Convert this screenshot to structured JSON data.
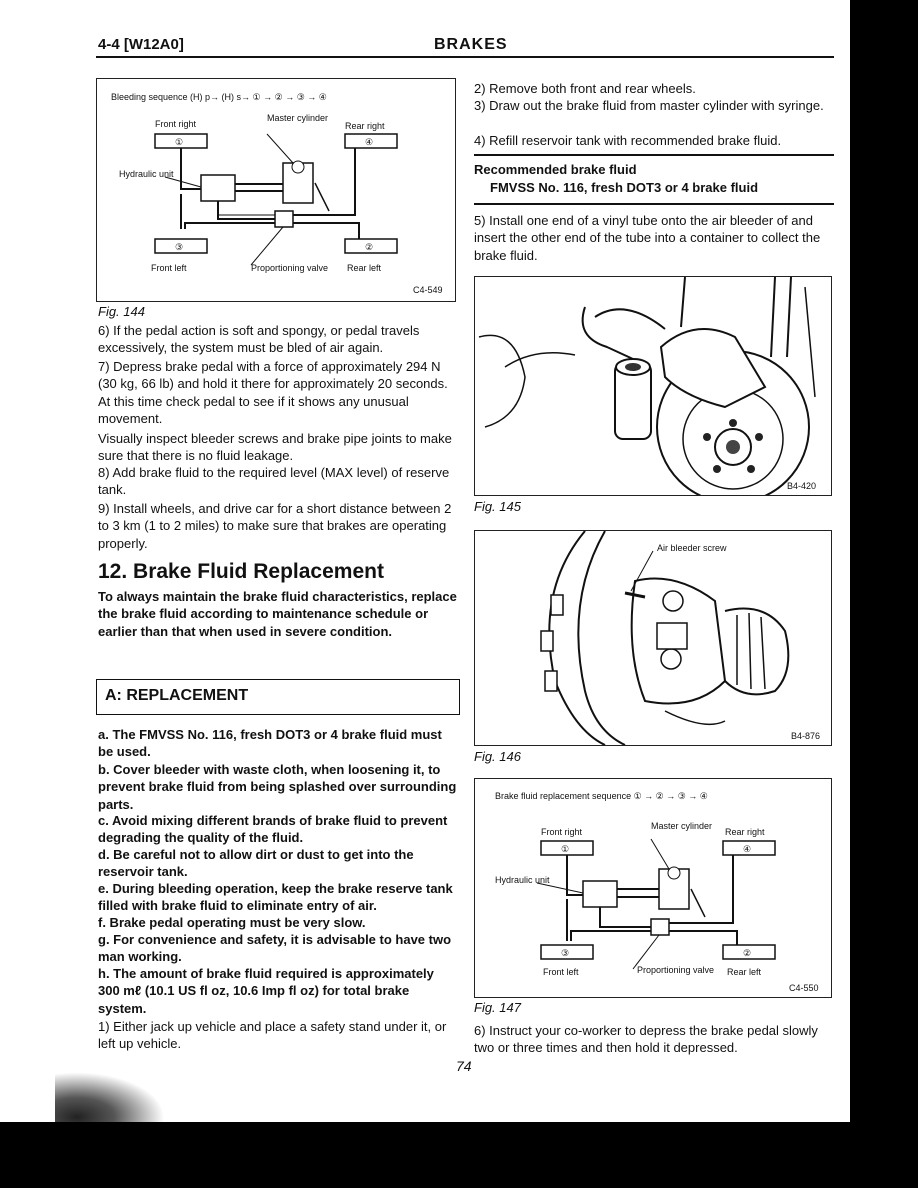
{
  "header": {
    "left": "4-4 [W12A0]",
    "center": "BRAKES"
  },
  "figures": {
    "fig144": {
      "sequence_text": "Bleeding sequence (H) p→ (H) s→ ① → ② → ③ → ④",
      "front_right": "Front right",
      "master_cylinder": "Master cylinder",
      "rear_right": "Rear right",
      "hydraulic_unit": "Hydraulic unit",
      "front_left": "Front left",
      "proportioning_valve": "Proportioning valve",
      "rear_left": "Rear left",
      "n1": "①",
      "n2": "②",
      "n3": "③",
      "n4": "④",
      "id": "C4-549",
      "caption": "Fig. 144"
    },
    "fig145": {
      "id": "B4-420",
      "caption": "Fig. 145"
    },
    "fig146": {
      "label": "Air bleeder screw",
      "id": "B4-876",
      "caption": "Fig. 146"
    },
    "fig147": {
      "sequence_text": "Brake fluid replacement sequence ① → ② → ③ → ④",
      "front_right": "Front right",
      "master_cylinder": "Master cylinder",
      "rear_right": "Rear right",
      "hydraulic_unit": "Hydraulic unit",
      "front_left": "Front left",
      "proportioning_valve": "Proportioning valve",
      "rear_left": "Rear left",
      "n1": "①",
      "n2": "②",
      "n3": "③",
      "n4": "④",
      "id": "C4-550",
      "caption": "Fig. 147"
    }
  },
  "left_column": {
    "p6": "6) If the pedal action is soft and spongy, or pedal travels excessively, the system must be bled of air again.",
    "p7": "7) Depress brake pedal with a force of approximately 294 N (30 kg, 66 lb) and hold it there for approximately 20 seconds. At this time check pedal to see if it shows any unusual movement.",
    "p7b": "Visually inspect bleeder screws and brake pipe joints to make sure that there is no fluid leakage.",
    "p8": "8) Add brake fluid to the required level (MAX level) of reserve tank.",
    "p9": "9) Install wheels, and drive car for a short distance between 2 to 3 km (1 to 2 miles) to make sure that brakes are operating properly.",
    "section_title": "12. Brake Fluid Replacement",
    "intro": "To always maintain the brake fluid characteristics, replace the brake fluid according to maintenance schedule or earlier than that when used in severe condition.",
    "subsection": "A: REPLACEMENT",
    "notes": {
      "a": "a. The FMVSS No. 116, fresh DOT3 or 4 brake fluid must be used.",
      "b": "b. Cover bleeder with waste cloth, when loosening it, to prevent brake fluid from being splashed over surrounding parts.",
      "c": "c. Avoid mixing different brands of brake fluid to prevent degrading the quality of the fluid.",
      "d": "d. Be careful not to allow dirt or dust to get into the reservoir tank.",
      "e": "e. During bleeding operation, keep the brake reserve tank filled with brake fluid to eliminate entry of air.",
      "f": "f. Brake pedal operating must be very slow.",
      "g": "g. For convenience and safety, it is advisable to have two man working.",
      "h": "h. The amount of brake fluid required is approximately 300 mℓ (10.1 US fl oz, 10.6 Imp fl oz) for total brake system."
    },
    "s1": "1) Either jack up vehicle and place a safety stand under it, or left up vehicle."
  },
  "right_column": {
    "s2": "2) Remove both front and rear wheels.",
    "s3": "3) Draw out the brake fluid from master cylinder with syringe.",
    "s4": "4) Refill reservoir tank with recommended brake fluid.",
    "rec_title": "Recommended brake fluid",
    "rec_value": "FMVSS No. 116, fresh DOT3 or 4 brake fluid",
    "s5": "5) Install one end of a vinyl tube onto the air bleeder of and insert the other end of the tube into a container to collect the brake fluid.",
    "s6": "6) Instruct your co-worker to depress the brake pedal slowly two or three times and then hold it depressed."
  },
  "page_number": "74"
}
